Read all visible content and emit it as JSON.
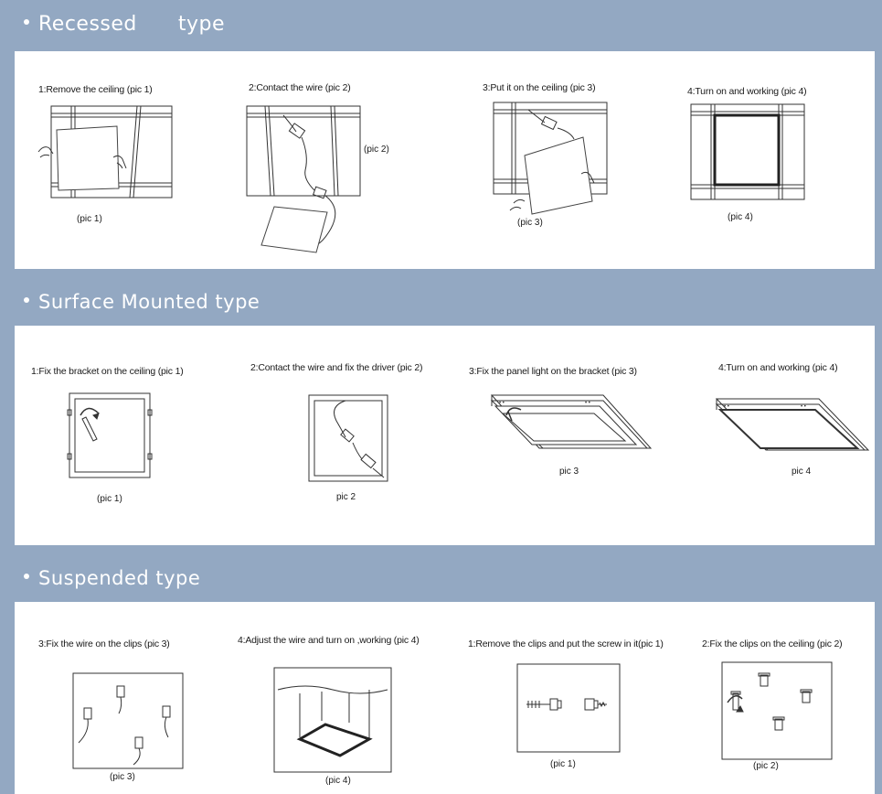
{
  "sections": [
    {
      "title": "Recessed      type",
      "steps": [
        {
          "label": "1:Remove the ceiling (pic 1)",
          "caption": "(pic 1)"
        },
        {
          "label": "2:Contact the wire (pic 2)",
          "caption": "(pic 2)"
        },
        {
          "label": "3:Put it on the ceiling (pic 3)",
          "caption": "(pic 3)"
        },
        {
          "label": "4:Turn on and working (pic 4)",
          "caption": "(pic 4)"
        }
      ]
    },
    {
      "title": "Surface Mounted type",
      "steps": [
        {
          "label": "1:Fix the bracket on the ceiling (pic 1)",
          "caption": "(pic 1)"
        },
        {
          "label": "2:Contact the wire and fix the driver (pic 2)",
          "caption": "pic 2"
        },
        {
          "label": "3:Fix the panel light on the bracket (pic 3)",
          "caption": "pic 3"
        },
        {
          "label": "4:Turn on and working (pic 4)",
          "caption": "pic 4"
        }
      ]
    },
    {
      "title": "Suspended type",
      "steps": [
        {
          "label": "3:Fix the wire on the clips (pic 3)",
          "caption": "(pic 3)"
        },
        {
          "label": "4:Adjust the wire and turn on ,working (pic 4)",
          "caption": "(pic 4)"
        },
        {
          "label": "1:Remove the clips and put the screw in it(pic 1)",
          "caption": "(pic 1)"
        },
        {
          "label": "2:Fix the clips on the ceiling (pic 2)",
          "caption": "(pic 2)"
        }
      ]
    }
  ]
}
